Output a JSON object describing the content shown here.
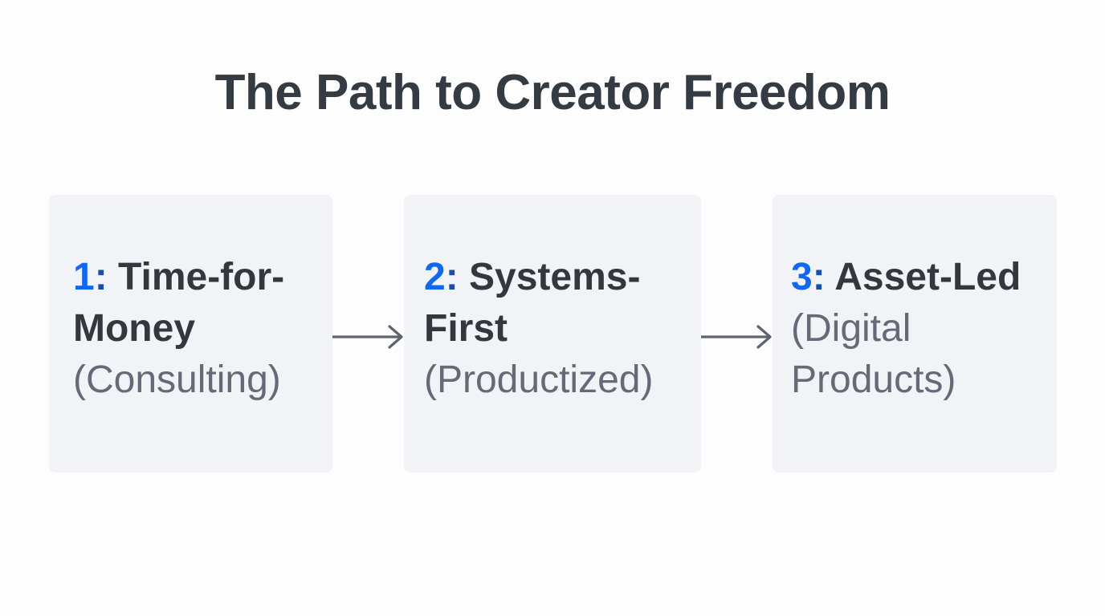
{
  "title": "The Path to Creator Freedom",
  "colors": {
    "background": "#fdfdfd",
    "card_background": "#f1f3f6",
    "title": "#353b43",
    "number_accent": "#1168ee",
    "colon_accent": "#1a4ea3",
    "label": "#33383f",
    "subtitle": "#646b76",
    "arrow": "#5d6470"
  },
  "steps": [
    {
      "number": "1",
      "separator": ":",
      "label_line1": " Time-for-",
      "label_line2": "Money",
      "subtitle": "(Consulting)"
    },
    {
      "number": "2",
      "separator": ":",
      "label_line1": " Systems-",
      "label_line2": "First",
      "subtitle": "(Productized)"
    },
    {
      "number": "3",
      "separator": ":",
      "label_line1": " Asset-Led",
      "label_line2": "",
      "subtitle_line1": "(Digital",
      "subtitle_line2": "Products)"
    }
  ],
  "connectors": [
    {
      "icon": "arrow-right-icon",
      "from": "1",
      "to": "2"
    },
    {
      "icon": "arrow-right-icon",
      "from": "2",
      "to": "3"
    }
  ]
}
